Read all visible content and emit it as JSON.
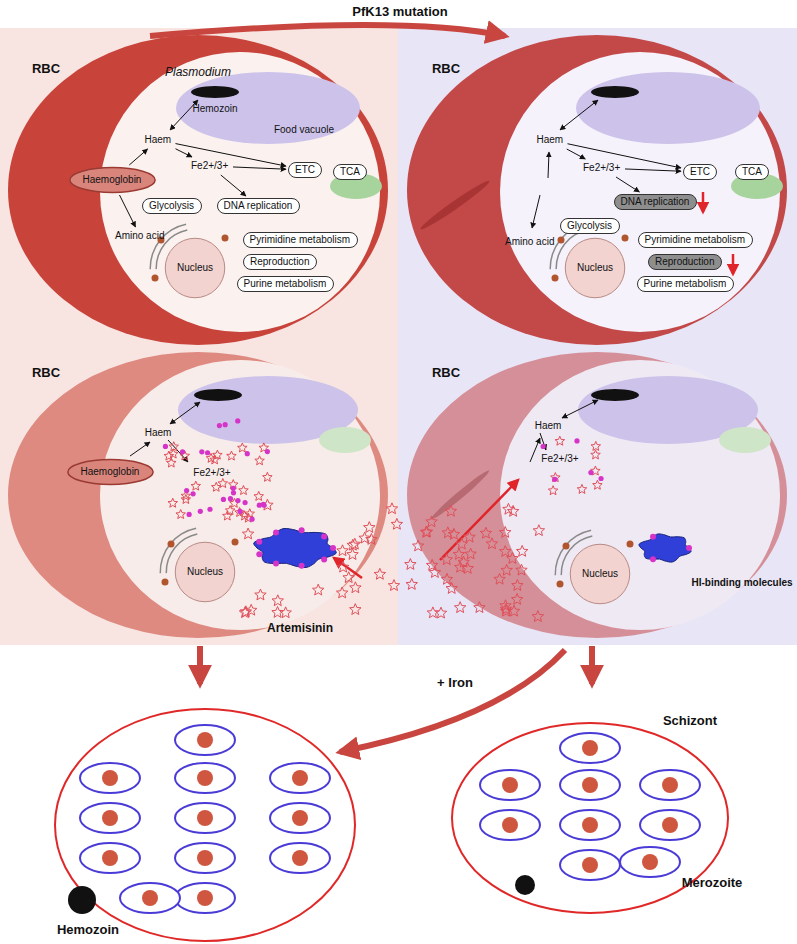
{
  "diagram": {
    "nodes": [
      {
        "text": [
          "Food vacuole"
        ]
      },
      {
        "text": [
          "Haemoglobin"
        ]
      },
      {
        "text": [
          "Haem"
        ]
      },
      {
        "text": [
          "Fe2+/3+"
        ]
      },
      {
        "text": [
          "Amino acid"
        ]
      },
      {
        "text": [
          "Glycolysis"
        ]
      },
      {
        "text": [
          "DNA replication"
        ]
      },
      {
        "text": [
          "ETC"
        ]
      },
      {
        "text": [
          "TCA"
        ]
      },
      {
        "text": [
          "Nucleus"
        ]
      },
      {
        "text": [
          "Pyrimidine metabolism"
        ]
      },
      {
        "text": [
          "Reproduction"
        ]
      },
      {
        "text": [
          "Purine metabolism"
        ]
      },
      {
        "text": [
          "Haem"
        ]
      },
      {
        "text": [
          "Fe2+/3+"
        ]
      },
      {
        "text": [
          "Amino acid"
        ]
      },
      {
        "text": [
          "Glycolysis"
        ]
      },
      {
        "text": [
          "DNA replication"
        ]
      },
      {
        "text": [
          "ETC"
        ]
      },
      {
        "text": [
          "TCA"
        ]
      },
      {
        "text": [
          "Nucleus"
        ]
      },
      {
        "text": [
          "Pyrimidine metabolism"
        ]
      },
      {
        "text": [
          "Reproduction"
        ]
      },
      {
        "text": [
          "Purine metabolism"
        ]
      },
      {
        "text": [
          "Haemoglobin"
        ]
      },
      {
        "text": [
          "Nucleus"
        ]
      },
      {
        "text": [
          "Nucleus"
        ]
      }
    ],
    "edges": [
      {
        "from": 1,
        "to": 2,
        "arrow": "to"
      },
      {
        "from": 1,
        "to": 4,
        "arrow": "to"
      },
      {
        "from": 2,
        "to": 3,
        "arrow": "to"
      },
      {
        "from": 2,
        "to": 7,
        "arrow": "to"
      },
      {
        "from": 3,
        "to": 7,
        "arrow": "to"
      },
      {
        "from": 3,
        "to": 6,
        "arrow": "to"
      },
      {
        "from": 13,
        "to": 14,
        "arrow": "to"
      },
      {
        "from": 13,
        "to": 18,
        "arrow": "to"
      },
      {
        "from": 14,
        "to": 18,
        "arrow": "to"
      },
      {
        "from": 14,
        "to": 17,
        "arrow": "to"
      }
    ],
    "labels": [
      "PfK13 mutation",
      "RBC",
      "Plasmodium",
      "Hemozoin",
      "RBC",
      "RBC",
      "Haem",
      "Fe2+/3+",
      "RBC",
      "Haem",
      "Fe2+/3+",
      "HI-binding molecules",
      "Artemisinin",
      "+ Iron",
      "Schizont",
      "Merozoite",
      "Hemozoin"
    ]
  }
}
